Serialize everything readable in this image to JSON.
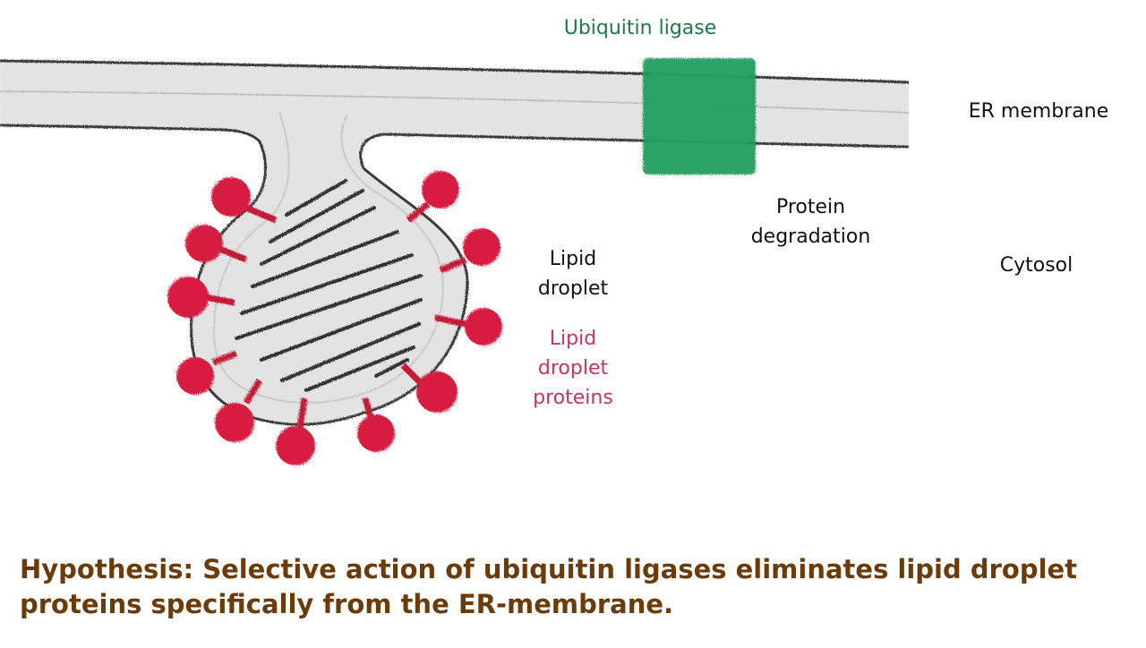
{
  "labels": {
    "ubiquitin_ligase": "Ubiquitin ligase",
    "er_membrane": "ER membrane",
    "protein_degradation": "Protein\ndegradation",
    "cytosol": "Cytosol",
    "lipid_droplet": "Lipid\ndroplet",
    "lipid_droplet_proteins": "Lipid\ndroplet\nproteins"
  },
  "hypothesis": "Hypothesis: Selective action of ubiquitin ligases eliminates lipid droplet proteins specifically from the ER-membrane.",
  "colors": {
    "membrane_outline": "#333333",
    "membrane_fill": "#e2e2e2",
    "ubiquitin_ligase": "#1f9a5a",
    "lipid_droplet_protein": "#d81f3f",
    "hypothesis_text": "#6b3b0a",
    "label_ligase": "#1e7a44",
    "label_ld_proteins": "#c8345e"
  }
}
